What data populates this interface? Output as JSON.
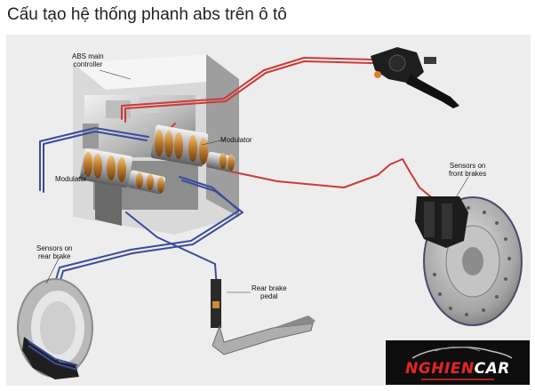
{
  "title": "Cấu tạo hệ thống phanh abs trên ô tô",
  "labels": {
    "abs_main_controller": "ABS main\ncontroller",
    "modulator_right": "Modulator",
    "modulator_left": "Modulator",
    "sensors_front": "Sensors on\nfront brakes",
    "sensors_rear": "Sensors on\nrear brake",
    "rear_brake_pedal": "Rear brake\npedal"
  },
  "logo": {
    "part1": "NGHIEN",
    "part2": "CAR"
  },
  "colors": {
    "line_red": "#cc3a3a",
    "line_blue": "#3a4c9a",
    "copper": "#c98a3a",
    "logo_red": "#e62424",
    "figure_bg": "#ededed"
  }
}
